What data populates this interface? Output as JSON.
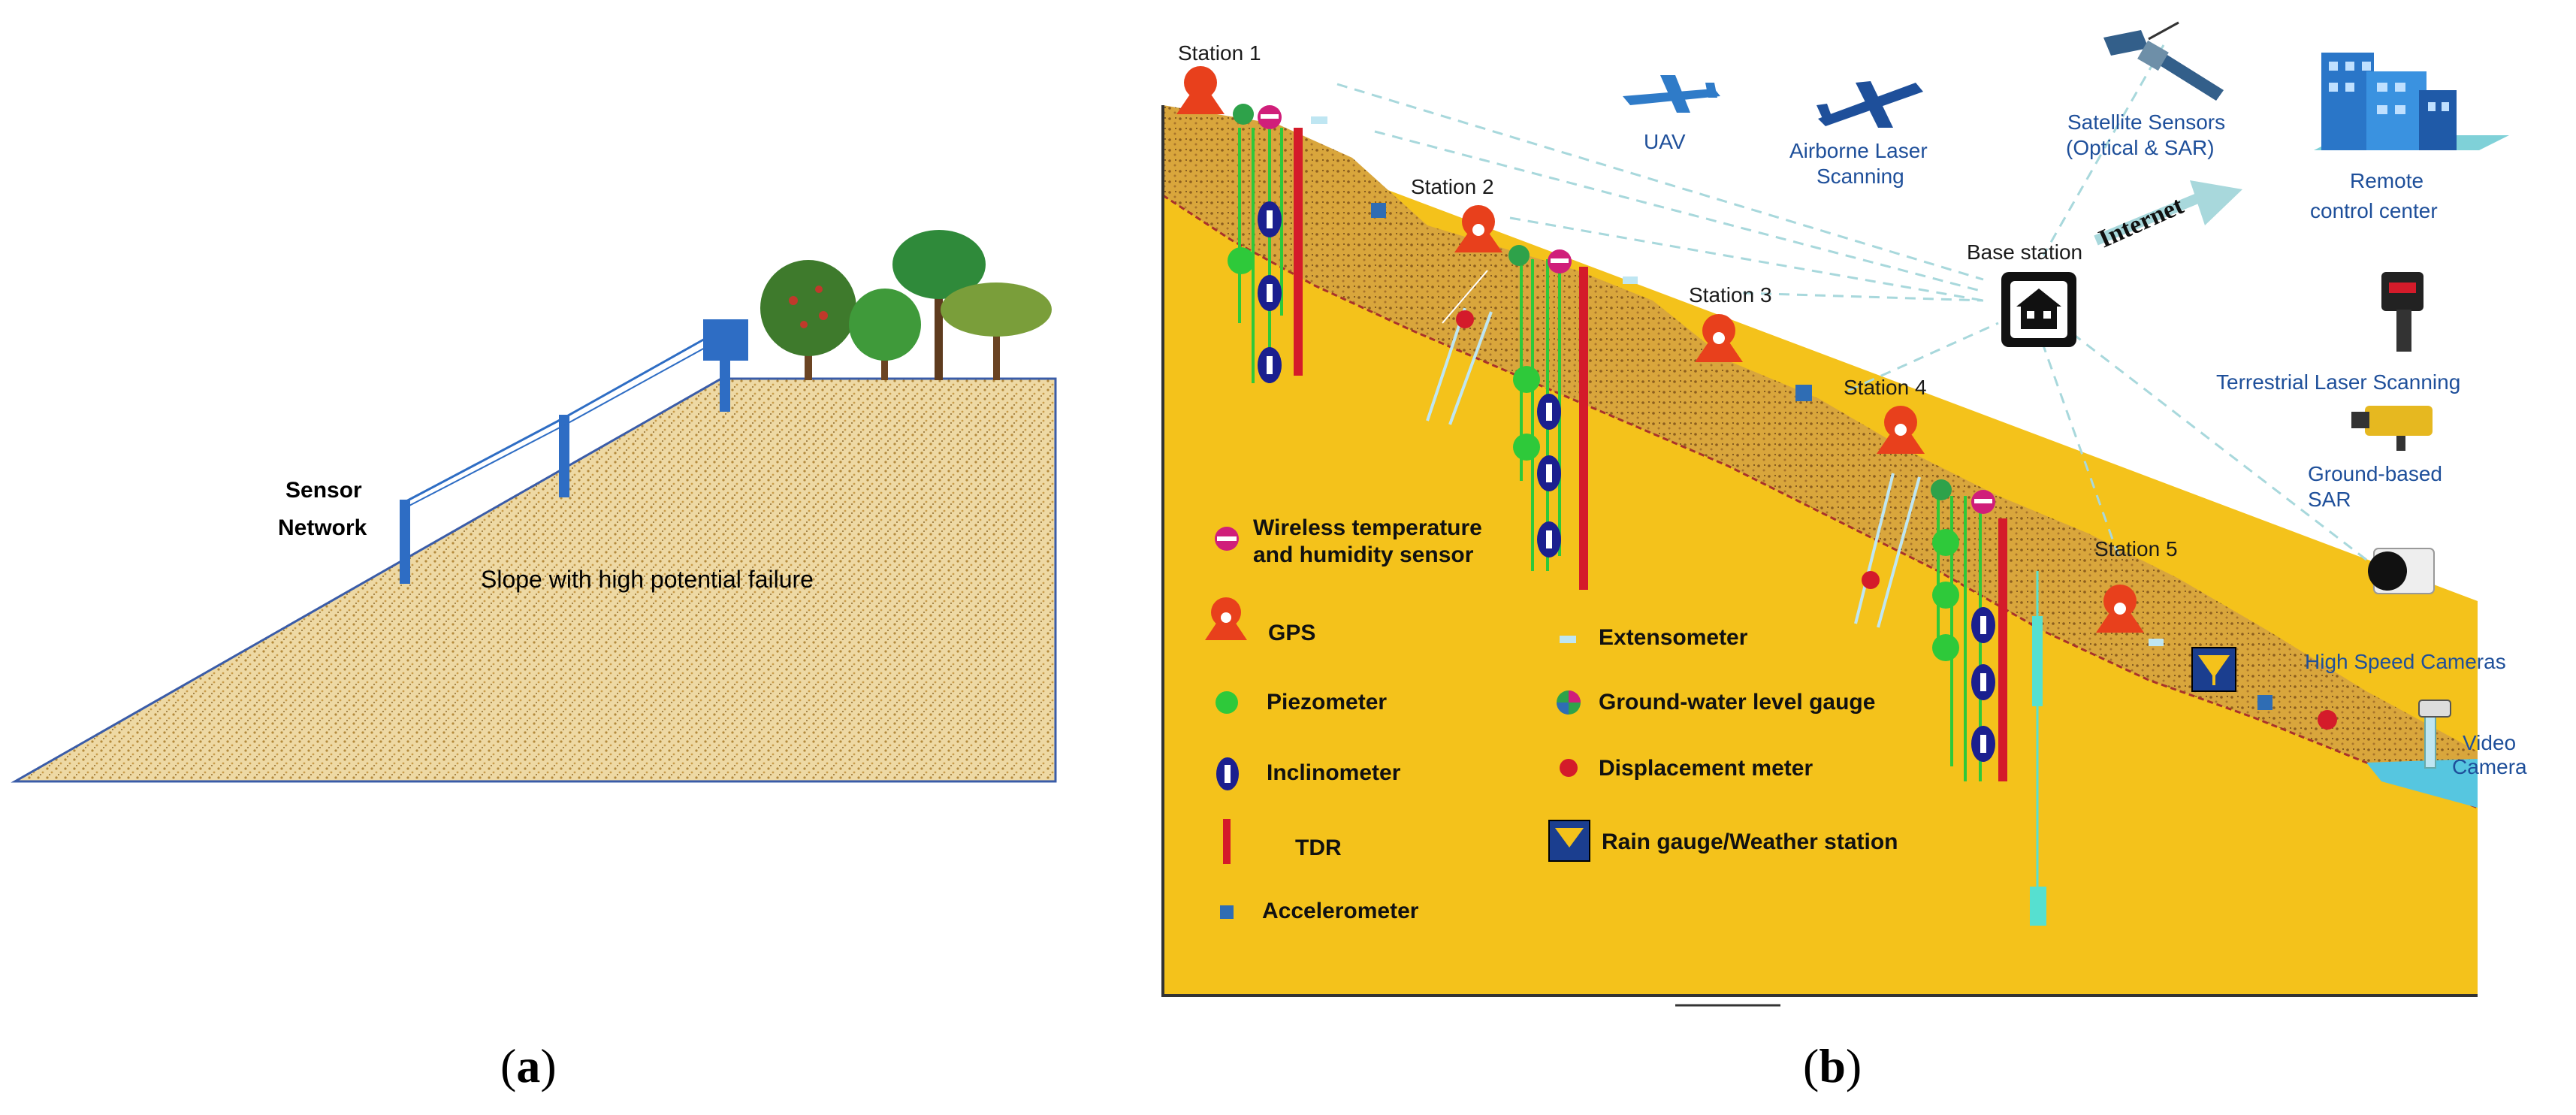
{
  "panel_a": {
    "caption_open": "(",
    "caption_letter": "a",
    "caption_close": ")",
    "sensor_network_line1": "Sensor",
    "sensor_network_line2": "Network",
    "slope_label": "Slope with high potential failure"
  },
  "panel_b": {
    "caption_open": "(",
    "caption_letter": "b",
    "caption_close": ")",
    "stations": [
      "Station 1",
      "Station 2",
      "Station 3",
      "Station 4",
      "Station 5"
    ],
    "uav": "UAV",
    "airborne_line1": "Airborne Laser",
    "airborne_line2": "Scanning",
    "satellite_line1": "Satellite Sensors",
    "satellite_line2": "(Optical & SAR)",
    "remote_line1": "Remote",
    "remote_line2": "control center",
    "internet": "Internet",
    "base_station": "Base station",
    "tls": "Terrestrial Laser Scanning",
    "gbsar_line1": "Ground-based",
    "gbsar_line2": "SAR",
    "hsc": "High Speed Cameras",
    "video_line1": "Video",
    "video_line2": "Camera",
    "legend": {
      "wireless_line1": "Wireless temperature",
      "wireless_line2": "and humidity sensor",
      "gps": "GPS",
      "extensometer": "Extensometer",
      "piezometer": "Piezometer",
      "groundwater": "Ground-water level gauge",
      "inclinometer": "Inclinometer",
      "displacement": "Displacement meter",
      "tdr": "TDR",
      "raingauge": "Rain gauge/Weather station",
      "accelerometer": "Accelerometer"
    },
    "colors": {
      "soil": "#F4C21B",
      "soil_dark": "#D9A31A",
      "gps": "#E8401C",
      "piezometer": "#2EC93A",
      "inclinometer": "#1B1F8F",
      "tdr": "#D41B2A",
      "accelerometer": "#2F6DB4",
      "water": "#56C6E0",
      "arrow": "#A8D8DC"
    }
  }
}
